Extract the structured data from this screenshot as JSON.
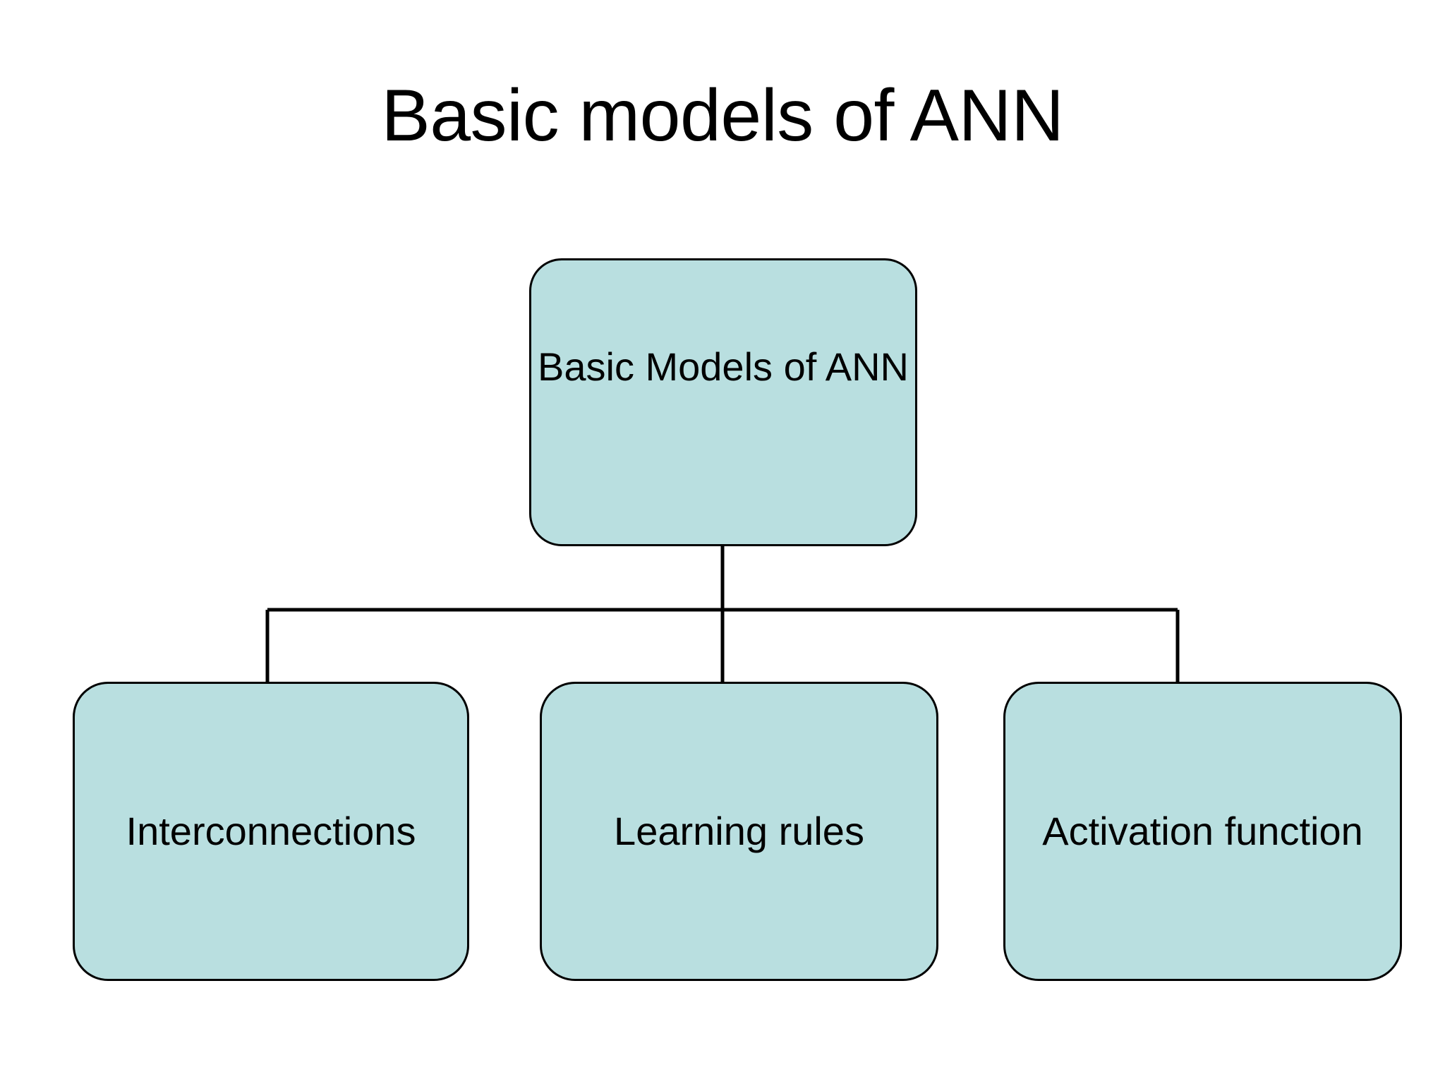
{
  "slide": {
    "title": "Basic models of ANN",
    "background_color": "#ffffff",
    "text_color": "#000000"
  },
  "theme": {
    "node_fill": "#b9dfe0",
    "node_border": "#000000",
    "connector_color": "#000000"
  },
  "diagram": {
    "type": "hierarchy-tree",
    "root": {
      "id": "basic-models-of-ann",
      "label": "Basic Models of ANN"
    },
    "children": [
      {
        "id": "interconnections",
        "label": "Interconnections"
      },
      {
        "id": "learning-rules",
        "label": "Learning rules"
      },
      {
        "id": "activation-function",
        "label": "Activation function"
      }
    ]
  }
}
